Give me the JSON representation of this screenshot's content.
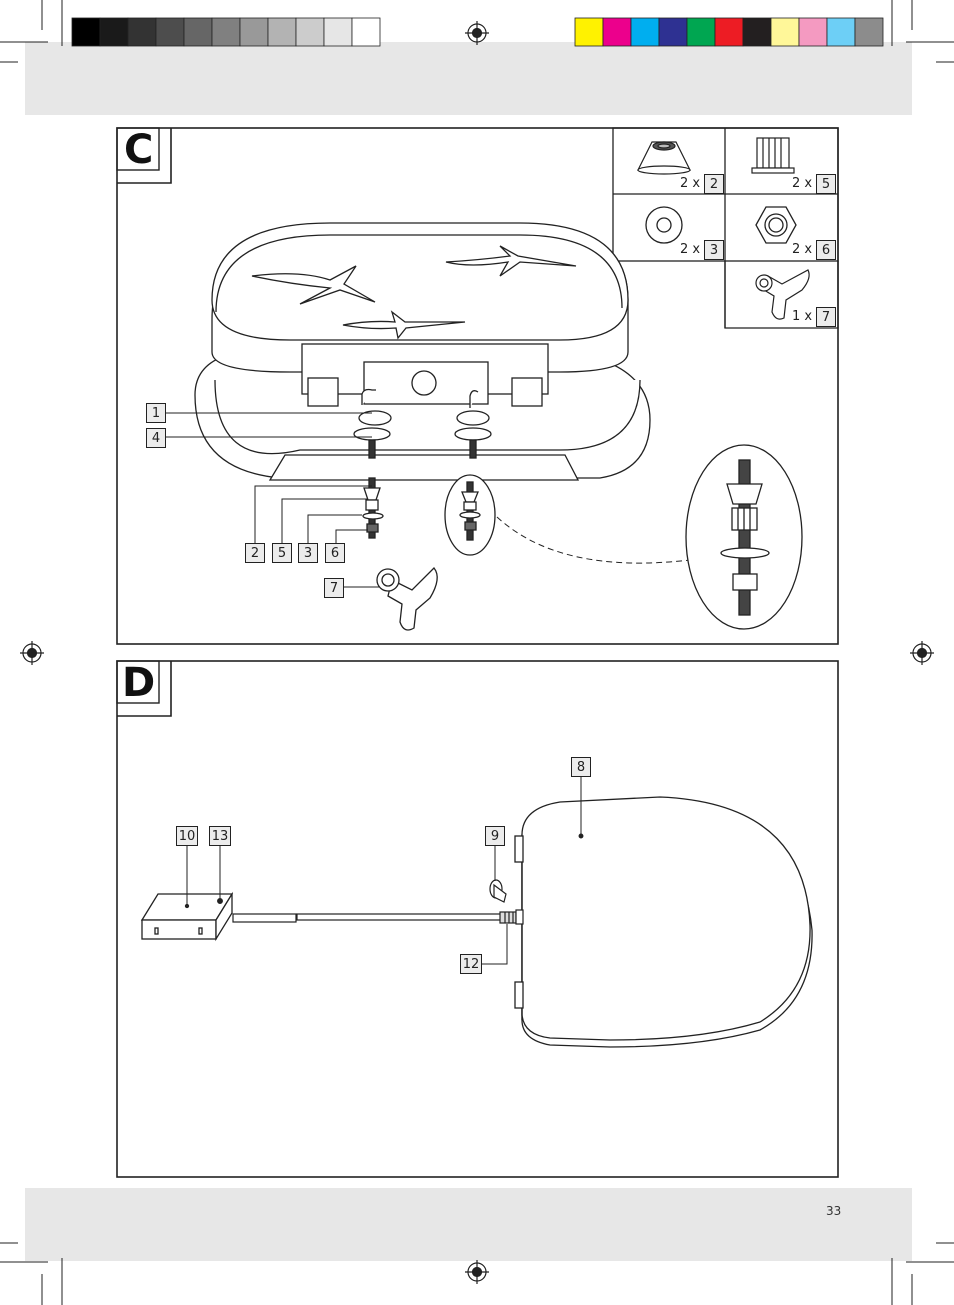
{
  "page_number": "33",
  "colors": {
    "gray_band": "#e7e7e7",
    "label_fill": "#ececec",
    "line": "#222222",
    "grayscale_bar": [
      "#000000",
      "#1a1a1a",
      "#333333",
      "#4d4d4d",
      "#666666",
      "#808080",
      "#999999",
      "#b3b3b3",
      "#cccccc",
      "#e6e6e6",
      "#ffffff"
    ],
    "color_bar": [
      "#fff200",
      "#ec008c",
      "#00aeef",
      "#2e3192",
      "#00a651",
      "#ed1c24",
      "#231f20",
      "#fff799",
      "#f49ac1",
      "#6dcff6",
      "#8c8c8c"
    ]
  },
  "panel_c": {
    "letter": "C",
    "callouts": [
      "1",
      "4",
      "2",
      "5",
      "3",
      "6",
      "7"
    ],
    "parts_table": [
      {
        "qty": "2 x",
        "part": "2"
      },
      {
        "qty": "2 x",
        "part": "5"
      },
      {
        "qty": "2 x",
        "part": "3"
      },
      {
        "qty": "2 x",
        "part": "6"
      },
      {
        "qty": "1 x",
        "part": "7"
      }
    ]
  },
  "panel_d": {
    "letter": "D",
    "callouts": [
      "8",
      "10",
      "13",
      "9",
      "12"
    ]
  }
}
